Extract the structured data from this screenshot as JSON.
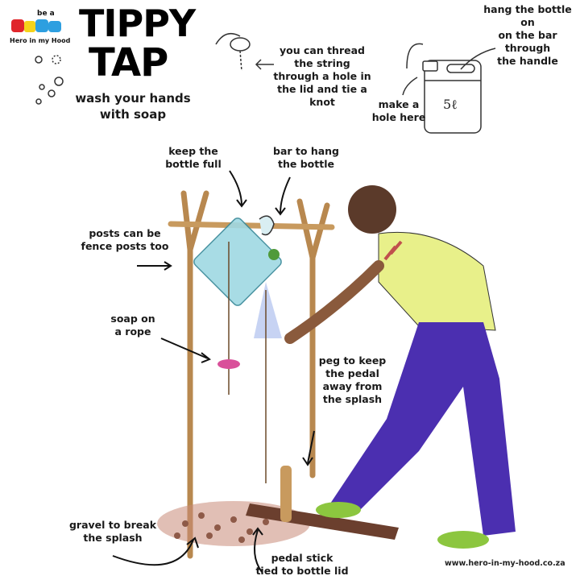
{
  "logo": {
    "top_text": "be a",
    "bottom_text": "Hero in my Hood",
    "colors": [
      "#e0262b",
      "#f5d31a",
      "#2d9fe0",
      "#2d9fe0"
    ]
  },
  "title": {
    "line1": "TIPPY",
    "line2": "TAP",
    "subtitle_line1": "wash your hands",
    "subtitle_line2": "with soap"
  },
  "annotations": {
    "thread_string": "you can thread\nthe string\nthrough a hole in\nthe lid and tie a knot",
    "hang_bottle": "hang the bottle on\non the bar through\nthe handle",
    "make_hole": "make a\nhole here",
    "bottle_volume": "5l",
    "keep_full": "keep the\nbottle full",
    "bar_to_hang": "bar to hang\nthe bottle",
    "posts": "posts can be\nfence posts too",
    "soap_rope": "soap on\na rope",
    "peg": "peg to keep\nthe pedal\naway from\nthe splash",
    "gravel": "gravel to break\nthe splash",
    "pedal_stick": "pedal stick\ntied to bottle lid"
  },
  "footer": {
    "url": "www.hero-in-my-hood.co.za"
  },
  "colors": {
    "wood": "#d9b07a",
    "water": "#9fd9e3",
    "jeans": "#4b2fb0",
    "shirt": "#e8f08a",
    "shoe": "#8cc63f",
    "soap": "#d9509a",
    "gravel": "#a46552"
  }
}
